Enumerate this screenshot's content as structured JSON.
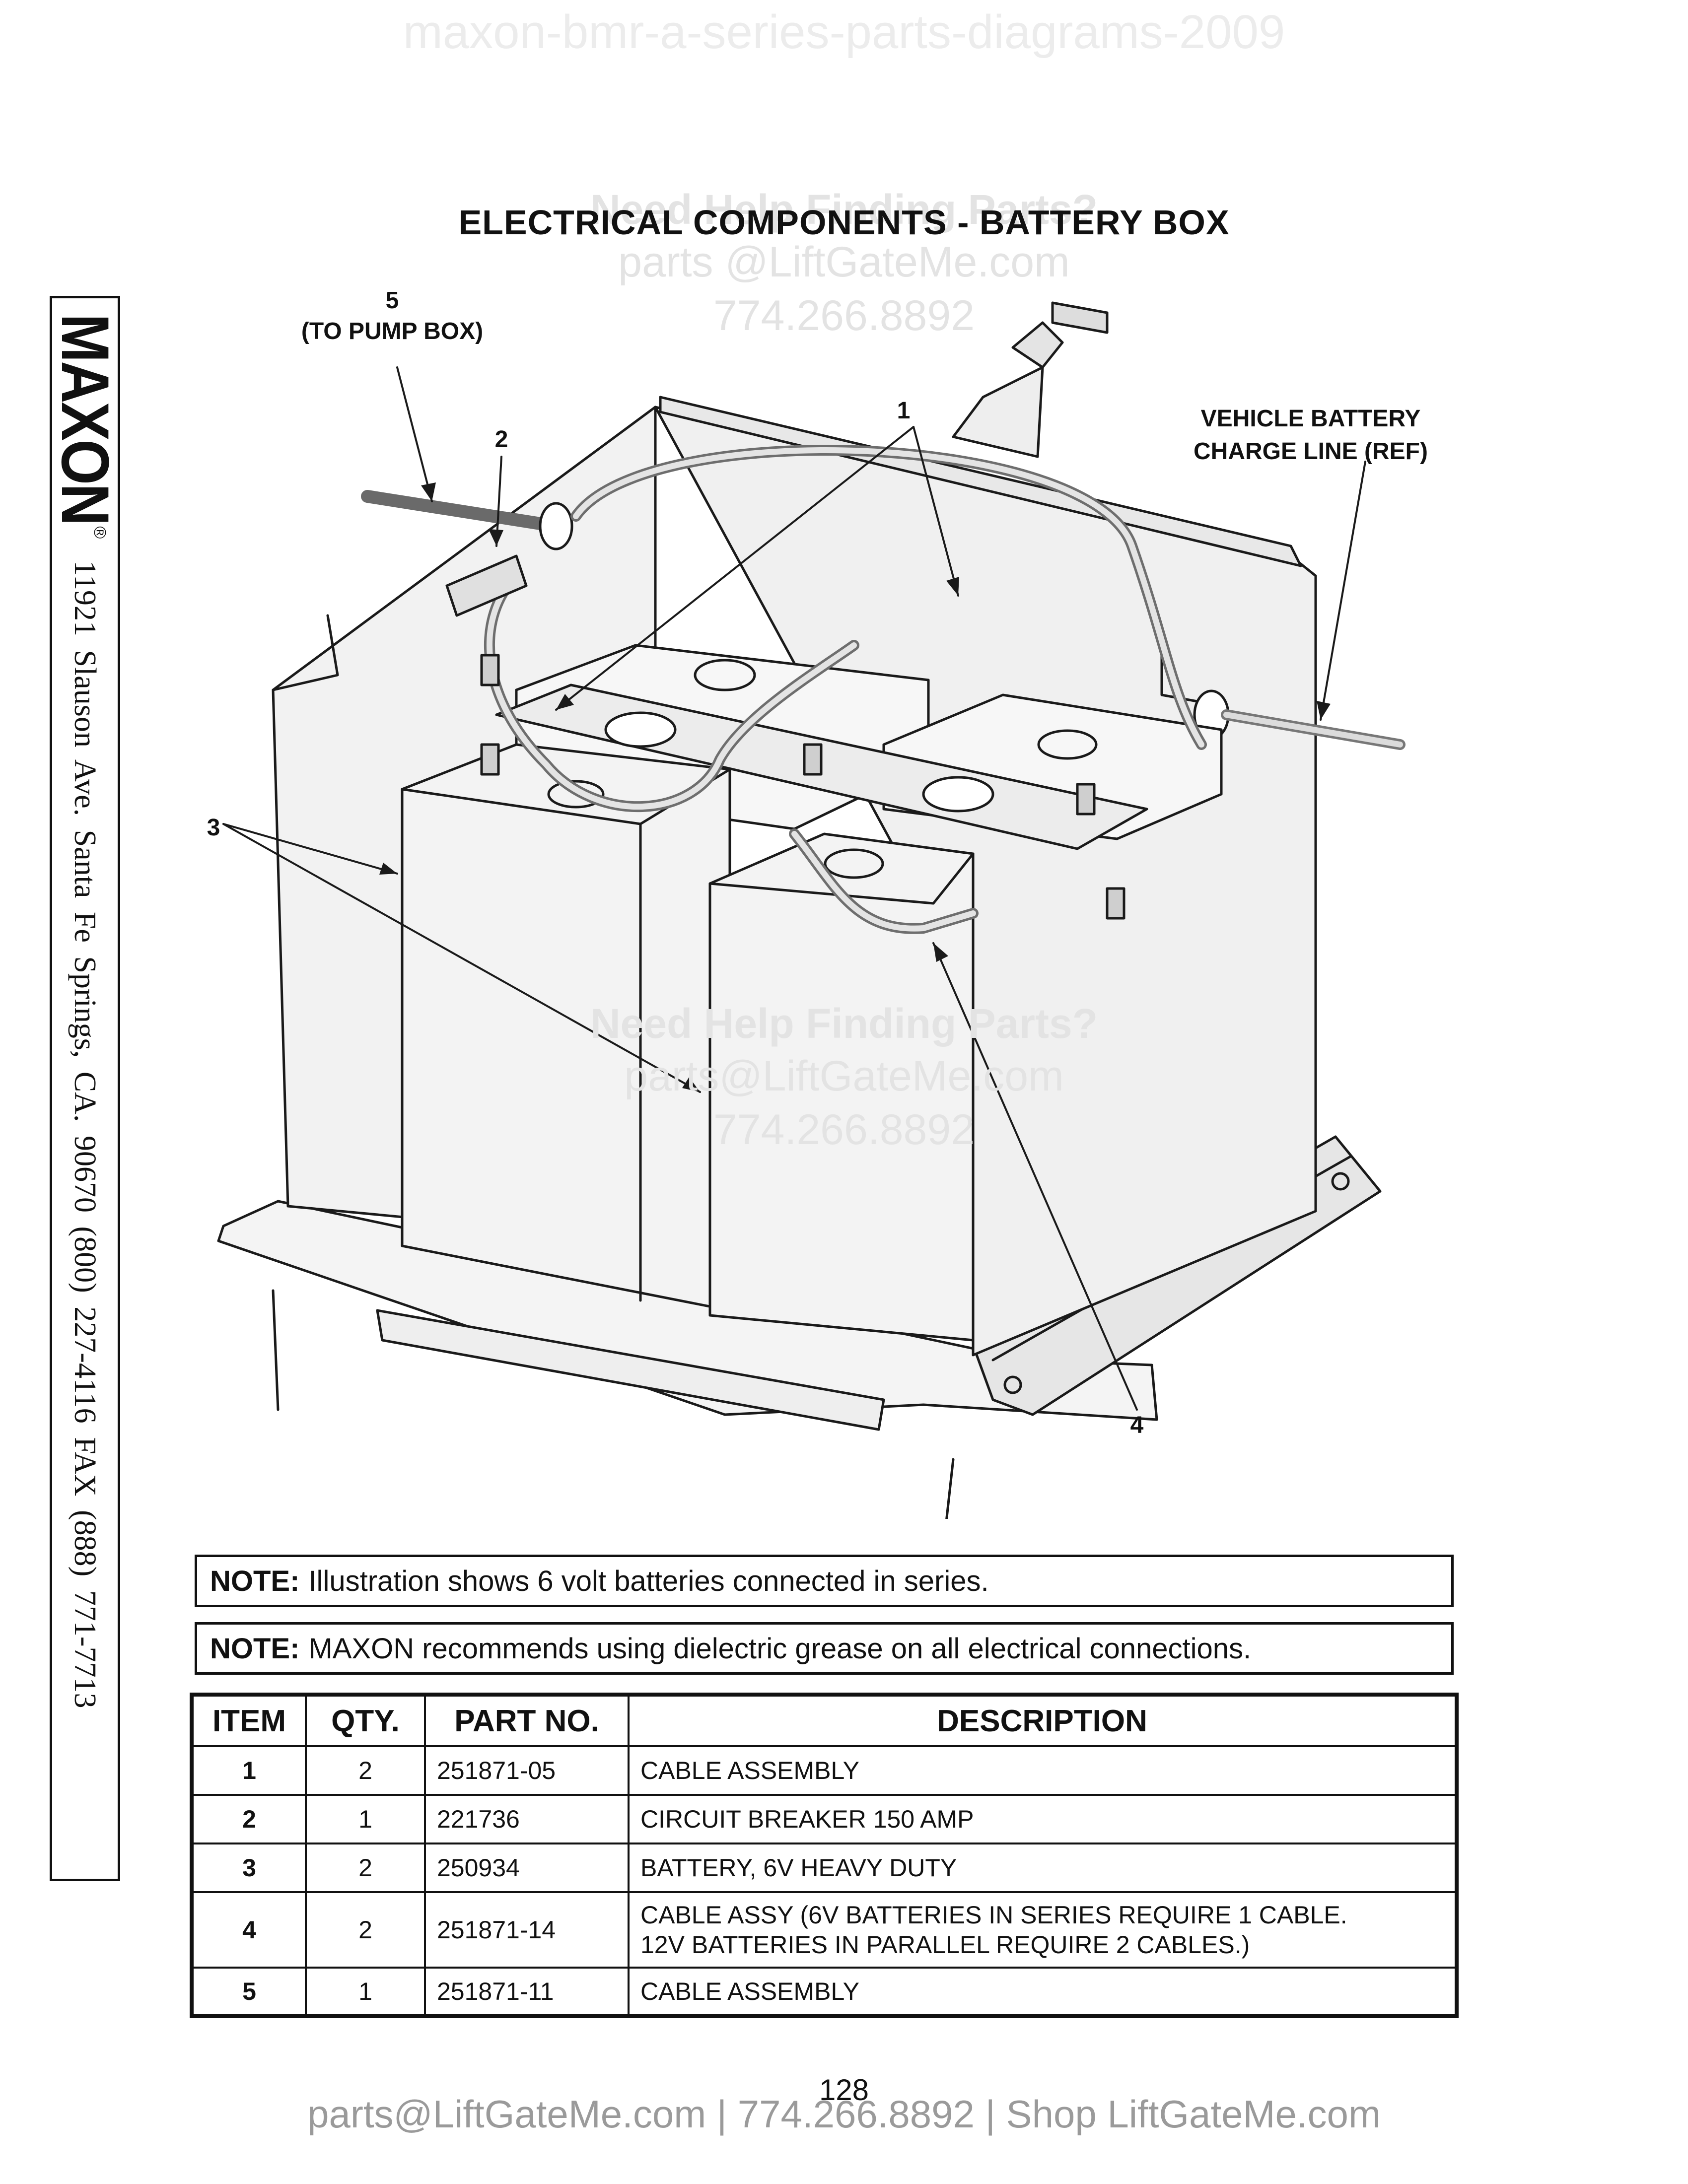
{
  "watermark": {
    "top_text": "maxon-bmr-a-series-parts-diagrams-2009",
    "help_heading": "Need Help Finding Parts?",
    "help_email": "parts @LiftGateMe.com",
    "help_email_2": "parts@LiftGateMe.com",
    "help_phone": "774.266.8892"
  },
  "title": "ELECTRICAL COMPONENTS - BATTERY BOX",
  "side_strip": {
    "logo": "MAXON",
    "registered": "®",
    "address": "11921 Slauson Ave.  Santa Fe Springs, CA.  90670  (800) 227-4116  FAX (888) 771-7713"
  },
  "callouts": {
    "c1": "1",
    "c2": "2",
    "c3": "3",
    "c4": "4",
    "c5": "5",
    "c5_note": "(TO PUMP BOX)",
    "vehicle_line1": "VEHICLE BATTERY",
    "vehicle_line2": "CHARGE LINE (REF)"
  },
  "notes": [
    {
      "label": "NOTE:",
      "text": "Illustration shows 6 volt batteries connected in series."
    },
    {
      "label": "NOTE:",
      "text": "MAXON recommends using dielectric grease on all electrical connections."
    }
  ],
  "parts_table": {
    "headers": [
      "ITEM",
      "QTY.",
      "PART NO.",
      "DESCRIPTION"
    ],
    "rows": [
      {
        "item": "1",
        "qty": "2",
        "part": "251871-05",
        "desc": "CABLE ASSEMBLY",
        "desc2": ""
      },
      {
        "item": "2",
        "qty": "1",
        "part": "221736",
        "desc": "CIRCUIT BREAKER 150 AMP",
        "desc2": ""
      },
      {
        "item": "3",
        "qty": "2",
        "part": "250934",
        "desc": "BATTERY, 6V HEAVY DUTY",
        "desc2": ""
      },
      {
        "item": "4",
        "qty": "2",
        "part": "251871-14",
        "desc": "CABLE ASSY (6V BATTERIES IN SERIES REQUIRE 1 CABLE.",
        "desc2": "12V BATTERIES IN PARALLEL REQUIRE 2 CABLES.)"
      },
      {
        "item": "5",
        "qty": "1",
        "part": "251871-11",
        "desc": "CABLE ASSEMBLY",
        "desc2": ""
      }
    ]
  },
  "page_number": "128",
  "footer": "parts@LiftGateMe.com | 774.266.8892 | Shop LiftGateMe.com"
}
